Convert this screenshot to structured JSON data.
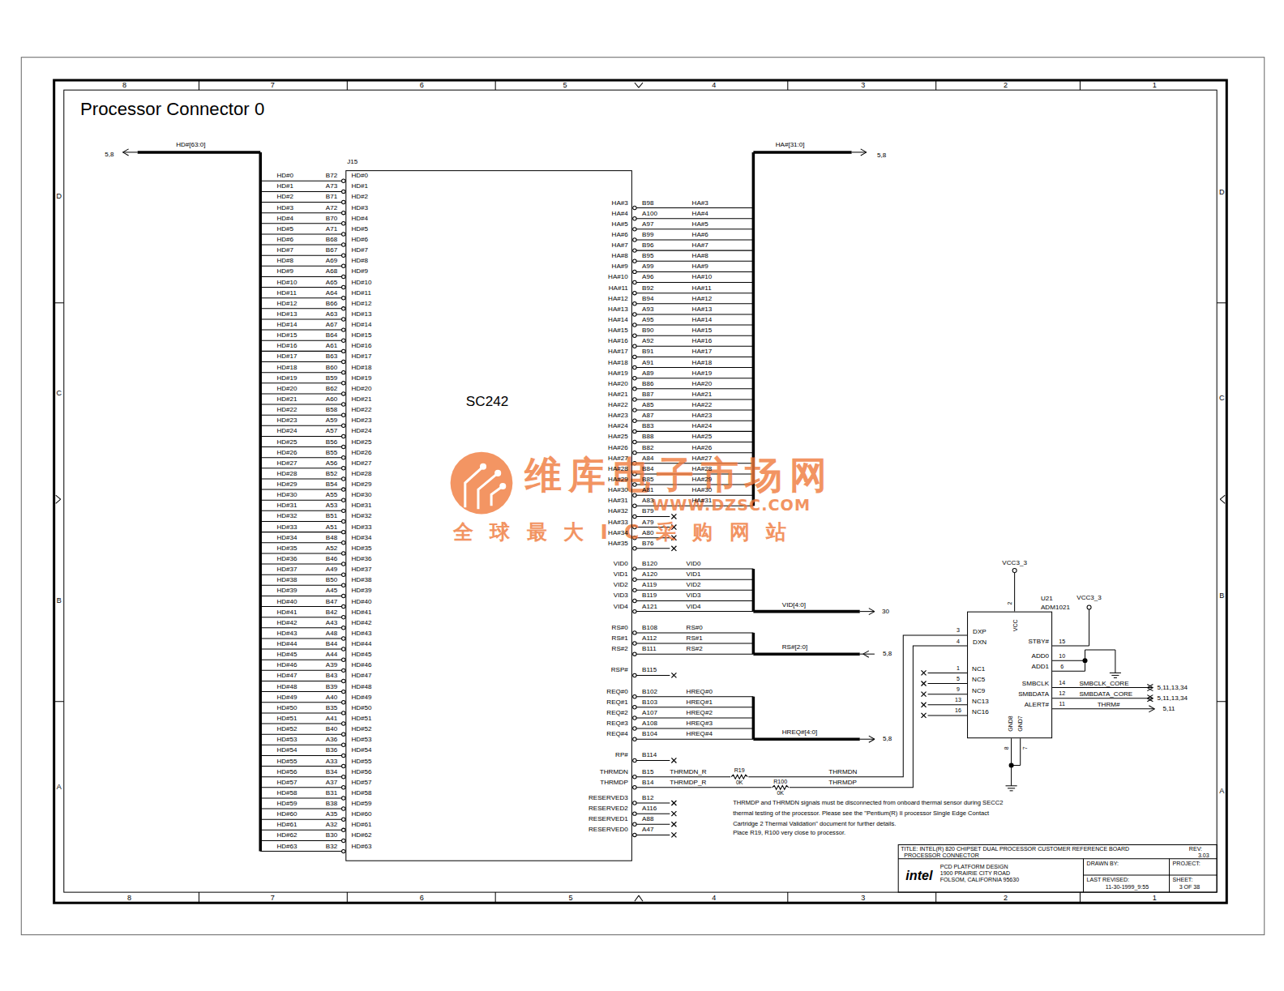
{
  "diagram": {
    "title": "Processor Connector 0",
    "nodes": [
      {
        "text": [
          "J15",
          "SC242"
        ]
      },
      {
        "text": [
          "U21",
          "ADM1021"
        ]
      }
    ],
    "edges": [
      {
        "from": 0,
        "to": 1,
        "arrow": "none",
        "label": "THRMDN"
      },
      {
        "from": 0,
        "to": 1,
        "arrow": "none",
        "label": "THRMDP"
      }
    ],
    "labels": [
      "8",
      "7",
      "6",
      "5",
      "4",
      "3",
      "2",
      "1",
      "8",
      "7",
      "6",
      "5",
      "4",
      "3",
      "2",
      "1",
      "D",
      "C",
      "B",
      "A",
      "D",
      "C",
      "B",
      "A",
      "HD#[63:0]",
      "5,8",
      "HD#0",
      "B72",
      "HD#0",
      "HD#1",
      "A73",
      "HD#1",
      "HD#2",
      "B71",
      "HD#2",
      "HD#3",
      "A72",
      "HD#3",
      "HD#4",
      "B70",
      "HD#4",
      "HD#5",
      "A71",
      "HD#5",
      "HD#6",
      "B68",
      "HD#6",
      "HD#7",
      "B67",
      "HD#7",
      "HD#8",
      "A69",
      "HD#8",
      "HD#9",
      "A68",
      "HD#9",
      "HD#10",
      "A65",
      "HD#10",
      "HD#11",
      "A64",
      "HD#11",
      "HD#12",
      "B66",
      "HD#12",
      "HD#13",
      "A63",
      "HD#13",
      "HD#14",
      "A67",
      "HD#14",
      "HD#15",
      "B64",
      "HD#15",
      "HD#16",
      "A61",
      "HD#16",
      "HD#17",
      "B63",
      "HD#17",
      "HD#18",
      "B60",
      "HD#18",
      "HD#19",
      "B59",
      "HD#19",
      "HD#20",
      "B62",
      "HD#20",
      "HD#21",
      "A60",
      "HD#21",
      "HD#22",
      "B58",
      "HD#22",
      "HD#23",
      "A59",
      "HD#23",
      "HD#24",
      "A57",
      "HD#24",
      "HD#25",
      "B56",
      "HD#25",
      "HD#26",
      "B55",
      "HD#26",
      "HD#27",
      "A56",
      "HD#27",
      "HD#28",
      "B52",
      "HD#28",
      "HD#29",
      "B54",
      "HD#29",
      "HD#30",
      "A55",
      "HD#30",
      "HD#31",
      "A53",
      "HD#31",
      "HD#32",
      "B51",
      "HD#32",
      "HD#33",
      "A51",
      "HD#33",
      "HD#34",
      "B48",
      "HD#34",
      "HD#35",
      "A52",
      "HD#35",
      "HD#36",
      "B46",
      "HD#36",
      "HD#37",
      "A49",
      "HD#37",
      "HD#38",
      "B50",
      "HD#38",
      "HD#39",
      "A45",
      "HD#39",
      "HD#40",
      "B47",
      "HD#40",
      "HD#41",
      "B42",
      "HD#41",
      "HD#42",
      "A43",
      "HD#42",
      "HD#43",
      "A48",
      "HD#43",
      "HD#44",
      "B44",
      "HD#44",
      "HD#45",
      "A44",
      "HD#45",
      "HD#46",
      "A39",
      "HD#46",
      "HD#47",
      "B43",
      "HD#47",
      "HD#48",
      "B39",
      "HD#48",
      "HD#49",
      "A40",
      "HD#49",
      "HD#50",
      "B35",
      "HD#50",
      "HD#51",
      "A41",
      "HD#51",
      "HD#52",
      "B40",
      "HD#52",
      "HD#53",
      "A36",
      "HD#53",
      "HD#54",
      "B36",
      "HD#54",
      "HD#55",
      "A33",
      "HD#55",
      "HD#56",
      "B34",
      "HD#56",
      "HD#57",
      "A37",
      "HD#57",
      "HD#58",
      "B31",
      "HD#58",
      "HD#59",
      "B38",
      "HD#59",
      "HD#60",
      "A35",
      "HD#60",
      "HD#61",
      "A32",
      "HD#61",
      "HD#62",
      "B30",
      "HD#62",
      "HD#63",
      "B32",
      "HD#63",
      "HA#[31:0]",
      "5,8",
      "HA#3",
      "B98",
      "HA#3",
      "HA#4",
      "A100",
      "HA#4",
      "HA#5",
      "A97",
      "HA#5",
      "HA#6",
      "B99",
      "HA#6",
      "HA#7",
      "B96",
      "HA#7",
      "HA#8",
      "B95",
      "HA#8",
      "HA#9",
      "A99",
      "HA#9",
      "HA#10",
      "A96",
      "HA#10",
      "HA#11",
      "B92",
      "HA#11",
      "HA#12",
      "B94",
      "HA#12",
      "HA#13",
      "A93",
      "HA#13",
      "HA#14",
      "A95",
      "HA#14",
      "HA#15",
      "B90",
      "HA#15",
      "HA#16",
      "A92",
      "HA#16",
      "HA#17",
      "B91",
      "HA#17",
      "HA#18",
      "A91",
      "HA#18",
      "HA#19",
      "A89",
      "HA#19",
      "HA#20",
      "B86",
      "HA#20",
      "HA#21",
      "B87",
      "HA#21",
      "HA#22",
      "A85",
      "HA#22",
      "HA#23",
      "A87",
      "HA#23",
      "HA#24",
      "B83",
      "HA#24",
      "HA#25",
      "B88",
      "HA#25",
      "HA#26",
      "B82",
      "HA#26",
      "HA#27",
      "A84",
      "HA#27",
      "HA#28",
      "B84",
      "HA#28",
      "HA#29",
      "B85",
      "HA#29",
      "HA#30",
      "A81",
      "HA#30",
      "HA#31",
      "A83",
      "HA#31",
      "HA#32",
      "B79",
      "HA#33",
      "A79",
      "HA#34",
      "A80",
      "HA#35",
      "B76",
      "VID0",
      "B120",
      "VID0",
      "VID1",
      "A120",
      "VID1",
      "VID2",
      "A119",
      "VID2",
      "VID3",
      "B119",
      "VID3",
      "VID4",
      "A121",
      "VID4",
      "VID[4:0]",
      "30",
      "RS#0",
      "B108",
      "RS#0",
      "RS#1",
      "A112",
      "RS#1",
      "RS#2",
      "B111",
      "RS#2",
      "RS#[2:0]",
      "5,8",
      "RSP#",
      "B115",
      "REQ#0",
      "B102",
      "HREQ#0",
      "REQ#1",
      "B103",
      "HREQ#1",
      "REQ#2",
      "A107",
      "HREQ#2",
      "REQ#3",
      "A108",
      "HREQ#3",
      "REQ#4",
      "B104",
      "HREQ#4",
      "HREQ#[4:0]",
      "5,8",
      "RP#",
      "B114",
      "THRMDN",
      "B15",
      "THRMDN_R",
      "R19",
      "0K",
      "THRMDP",
      "B14",
      "THRMDP_R",
      "R100",
      "0K",
      "RESERVED3",
      "B12",
      "RESERVED2",
      "A116",
      "RESERVED1",
      "A88",
      "RESERVED0",
      "A47",
      "THRMDP and THRMDN signals must be disconnected from onboard thermal sensor during SECC2 thermal testing of the processor. Please see the \"Pentium(R) II processor Single Edge Contact Cartridge 2 Thermal Validation\" document for further details.",
      "Place R19, R100 very close to processor.",
      "VCC3_3",
      "2",
      "VCC",
      "3",
      "DXP",
      "4",
      "DXN",
      "1",
      "NC1",
      "5",
      "NC5",
      "9",
      "NC9",
      "13",
      "NC13",
      "16",
      "NC16",
      "VCC3_3",
      "15",
      "STBY#",
      "10",
      "ADD0",
      "6",
      "ADD1",
      "14",
      "SMBCLK",
      "12",
      "SMBDATA",
      "11",
      "ALERT#",
      "8",
      "GND8",
      "7",
      "GND7",
      "SMBCLK_CORE",
      "5,11,13,34",
      "SMBDATA_CORE",
      "5,11,13,34",
      "THRM#",
      "5,11",
      "TITLE: INTEL(R) 820 CHIPSET DUAL PROCESSOR CUSTOMER REFERENCE BOARD",
      "REV:",
      "PROCESSOR CONNECTOR",
      "3.03",
      "intel",
      "PCD PLATFORM DESIGN",
      "1900 PRAIRIE CITY ROAD",
      "FOLSOM, CALIFORNIA 95630",
      "DRAWN BY:",
      "PROJECT:",
      "LAST REVISED:",
      "11-30-1999_9:55",
      "SHEET:",
      "3 OF 38",
      "维库电子市场网",
      "WWW.DZSC.COM",
      "全球最大IC采购网站"
    ]
  }
}
